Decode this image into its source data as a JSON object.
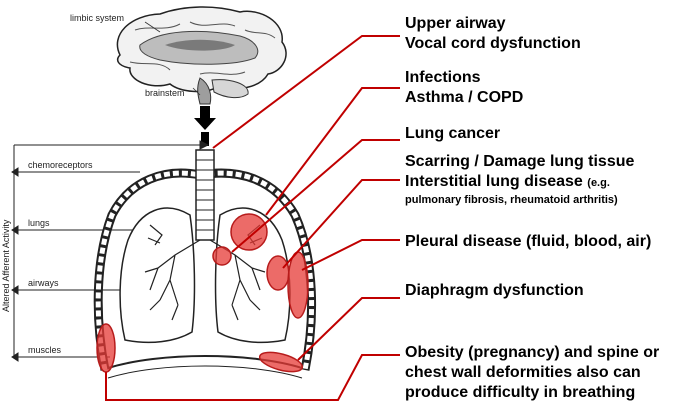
{
  "diagram": {
    "brain_labels": {
      "limbic": "limbic system",
      "brainstem": "brainstem"
    },
    "afferent_labels": [
      "chemoreceptors",
      "lungs",
      "airways",
      "muscles"
    ],
    "vertical_label": "Altered Afferent Activity",
    "callouts": {
      "upper_airway": {
        "line1": "Upper airway",
        "line2": "Vocal cord dysfunction"
      },
      "infections": {
        "line1": "Infections",
        "line2": "Asthma / COPD"
      },
      "lung_cancer": {
        "line1": "Lung cancer"
      },
      "scarring": {
        "line1": "Scarring / Damage lung tissue",
        "line2": "Interstitial lung disease",
        "line2_suffix": "(e.g.",
        "line3": "pulmonary fibrosis, rheumatoid arthritis)"
      },
      "pleural": {
        "line1": "Pleural disease (fluid, blood, air)"
      },
      "diaphragm": {
        "line1": "Diaphragm dysfunction"
      },
      "obesity": {
        "line1": "Obesity (pregnancy)  and spine or",
        "line2": "chest wall deformities also can",
        "line3": "produce difficulty in breathing"
      }
    },
    "colors": {
      "callout_line": "#c00000",
      "highlight": "#e53935"
    }
  }
}
